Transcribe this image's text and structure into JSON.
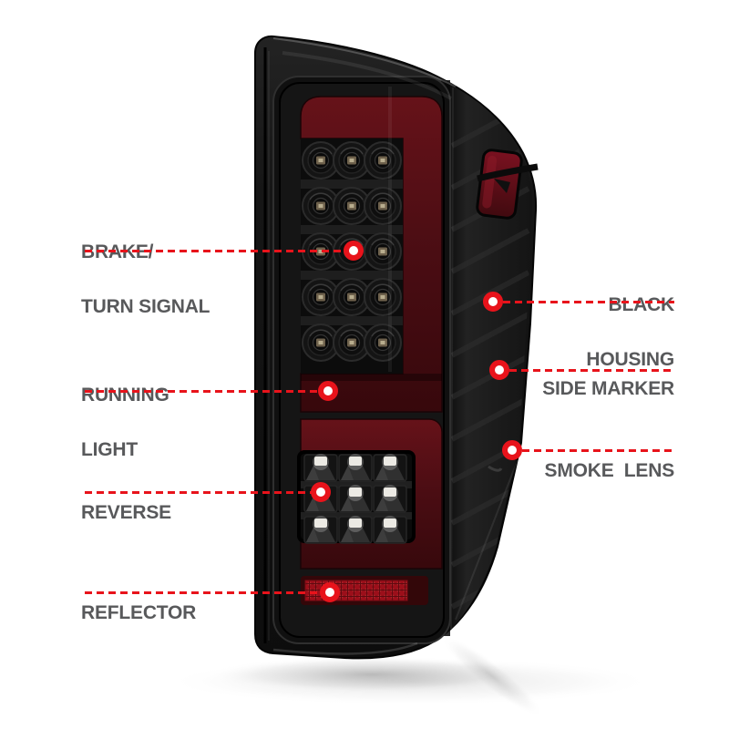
{
  "product": {
    "name": "LED tail light assembly",
    "view": "annotated feature callout diagram"
  },
  "colors": {
    "background": "#ffffff",
    "callout_red": "#e8131b",
    "label_gray": "#58595b",
    "housing_black": "#141414",
    "lens_red_dark": "#4a0d13",
    "reflector_red": "#9c0f1a",
    "reverse_led_white": "#eceae4"
  },
  "callouts": {
    "left": [
      {
        "id": "brake-turn-signal",
        "line1": "BRAKE/",
        "line2": "TURN SIGNAL"
      },
      {
        "id": "running-light",
        "line1": "RUNNING",
        "line2": "LIGHT"
      },
      {
        "id": "reverse",
        "line1": "REVERSE",
        "line2": ""
      },
      {
        "id": "reflector",
        "line1": "REFLECTOR",
        "line2": ""
      }
    ],
    "right": [
      {
        "id": "black-housing",
        "line1": "BLACK",
        "line2": "HOUSING"
      },
      {
        "id": "side-marker",
        "line1": "SIDE MARKER",
        "line2": ""
      },
      {
        "id": "smoke-lens",
        "line1": "SMOKE  LENS",
        "line2": ""
      }
    ]
  }
}
